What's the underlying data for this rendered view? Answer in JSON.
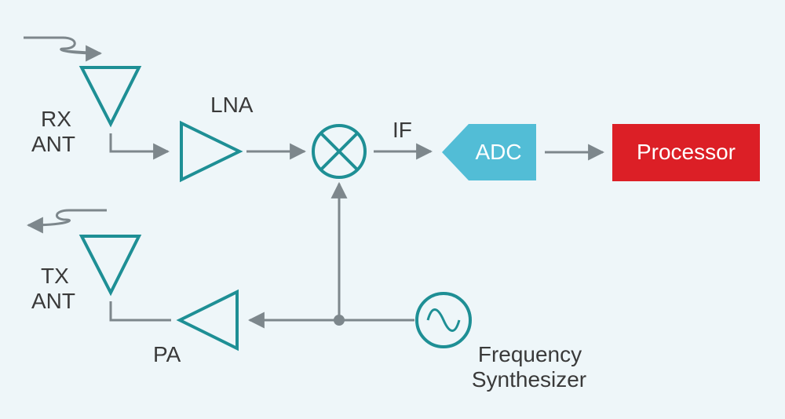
{
  "colors": {
    "background": "#eef6f9",
    "teal": "#1e8f95",
    "line": "#7d878c",
    "adc": "#52bdd6",
    "processor": "#dc1f26",
    "text": "#3a3a3a"
  },
  "labels": {
    "rx_line1": "RX",
    "rx_line2": "ANT",
    "tx_line1": "TX",
    "tx_line2": "ANT",
    "lna": "LNA",
    "pa": "PA",
    "if": "IF",
    "adc": "ADC",
    "processor": "Processor",
    "synth_line1": "Frequency",
    "synth_line2": "Synthesizer"
  },
  "icons": {
    "rx_antenna": "triangle-down-antenna-icon",
    "tx_antenna": "triangle-down-antenna-icon",
    "lna": "amplifier-triangle-icon",
    "pa": "amplifier-triangle-icon",
    "mixer": "mixer-x-circle-icon",
    "synthesizer": "sine-wave-circle-icon",
    "incoming_wave": "wave-arrow-right-icon",
    "outgoing_wave": "wave-arrow-left-icon"
  }
}
